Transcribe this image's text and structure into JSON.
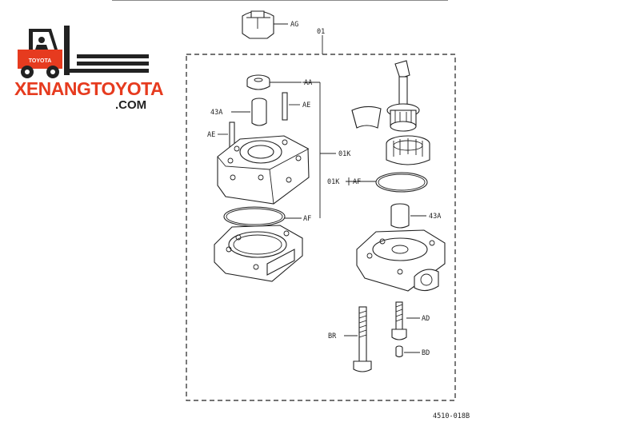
{
  "brand": {
    "name": "XENANGTOYOTA",
    "domain": ".COM",
    "badge_text": "TOYOTA",
    "colors": {
      "primary": "#e63b1f",
      "dark": "#222222"
    },
    "icon": "forklift-icon"
  },
  "diagram": {
    "group_label": "01",
    "figure_code": "4510-018B",
    "labels": {
      "ag": "AG",
      "aa": "AA",
      "ae_right": "AE",
      "ae_left": "AE",
      "x43a_left": "43A",
      "o1k": "01K",
      "af_left": "AF",
      "o1k_af_a": "01K",
      "o1k_af_b": "AF",
      "x43a_right": "43A",
      "br": "BR",
      "ad": "AD",
      "bd": "BD"
    }
  }
}
